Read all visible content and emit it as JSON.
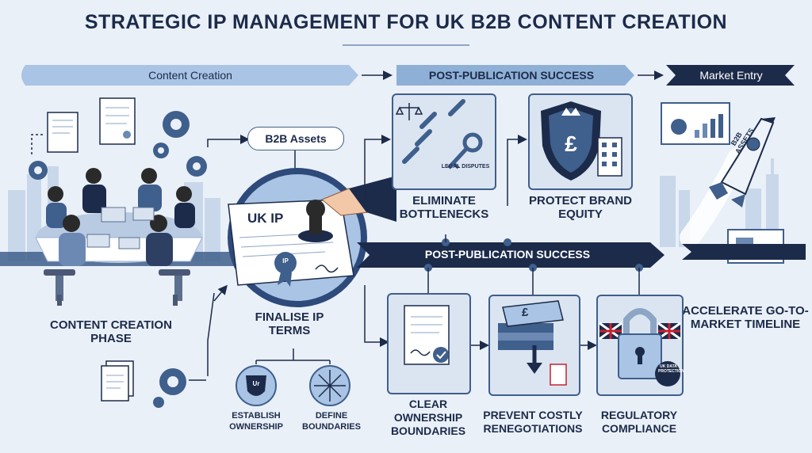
{
  "title": "STRATEGIC IP MANAGEMENT FOR UK B2B CONTENT CREATION",
  "top_flow": {
    "stage1": "Content Creation",
    "stage2": "POST-PUBLICATION SUCCESS",
    "stage3": "Market Entry"
  },
  "mid_banner": "POST-PUBLICATION SUCCESS",
  "b2b_assets_label": "B2B Assets",
  "document_label": "UK IP",
  "document_seal": "IP",
  "legal_disputes": "LEGAL DISPUTES",
  "rocket_label": "B2B ASSETS",
  "uk_data_label": "UK DATA PROTECTION",
  "shield_symbol": "£",
  "money_symbol": "£",
  "shield_badge": "Ur",
  "captions": {
    "content_creation_phase": "CONTENT CREATION PHASE",
    "finalise_ip_terms": "FINALISE IP TERMS",
    "establish_ownership": "ESTABLISH OWNERSHIP",
    "define_boundaries": "DEFINE BOUNDARIES",
    "eliminate_bottlenecks": "ELIMINATE BOTTLENECKS",
    "protect_brand_equity": "PROTECT BRAND EQUITY",
    "accelerate_go_to_market": "ACCELERATE GO-TO-MARKET TIMELINE",
    "clear_ownership_boundaries": "CLEAR OWNERSHIP BOUNDARIES",
    "prevent_costly_renegotiations": "PREVENT COSTLY RENEGOTIATIONS",
    "regulatory_compliance": "REGULATORY COMPLIANCE"
  },
  "colors": {
    "navy": "#1c2b4a",
    "steel_blue": "#3f5f8c",
    "light_blue": "#a9c4e4",
    "background": "#eaf0f8",
    "accent_red": "#c8202f"
  },
  "icons": [
    "gear-icon",
    "document-icon",
    "scales-icon",
    "chain-icon",
    "key-icon",
    "shield-icon",
    "building-icon",
    "rocket-icon",
    "padlock-icon",
    "stamp-icon",
    "money-stack-icon",
    "compass-icon",
    "union-flag-icon",
    "monitor-chart-icon"
  ]
}
